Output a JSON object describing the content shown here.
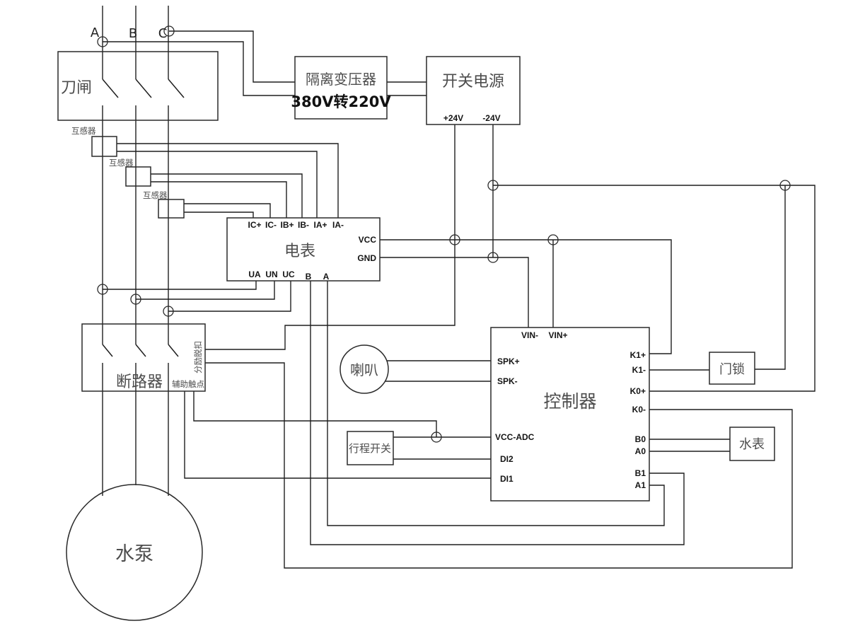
{
  "colors": {
    "wire": "#1f1f1f",
    "box_stroke": "#2a2a2a",
    "component_label": "#4d4d4d",
    "terminal_label": "#141414"
  },
  "phases": {
    "a": "A",
    "b": "B",
    "c": "C"
  },
  "knife_switch": {
    "label": "刀闸"
  },
  "transformer": {
    "name": "隔离变压器",
    "rating": "380V转220V"
  },
  "power_supply": {
    "label": "开关电源",
    "terminal_plus": "+24V",
    "terminal_minus": "-24V"
  },
  "ct_label": "互感器",
  "meter": {
    "label": "电表",
    "top_terminals": [
      "IC+",
      "IC-",
      "IB+",
      "IB-",
      "IA+",
      "IA-"
    ],
    "right_terminals": [
      "VCC",
      "GND"
    ],
    "bottom_terminals": [
      "UA",
      "UN",
      "UC",
      "B",
      "A"
    ]
  },
  "breaker": {
    "label": "断路器",
    "shunt_trip": "分励脱扣",
    "aux_contact": "辅助触点"
  },
  "speaker": {
    "label": "喇叭"
  },
  "limit_switch": {
    "label": "行程开关"
  },
  "controller": {
    "label": "控制器",
    "top_terminals": [
      "VIN-",
      "VIN+"
    ],
    "left_terminals": [
      "SPK+",
      "SPK-",
      "VCC-ADC",
      "DI2",
      "DI1"
    ],
    "right_terminals": [
      "K1+",
      "K1-",
      "K0+",
      "K0-",
      "B0",
      "A0",
      "B1",
      "A1"
    ]
  },
  "door_lock": {
    "label": "门锁"
  },
  "water_meter": {
    "label": "水表"
  },
  "pump": {
    "label": "水泵"
  }
}
